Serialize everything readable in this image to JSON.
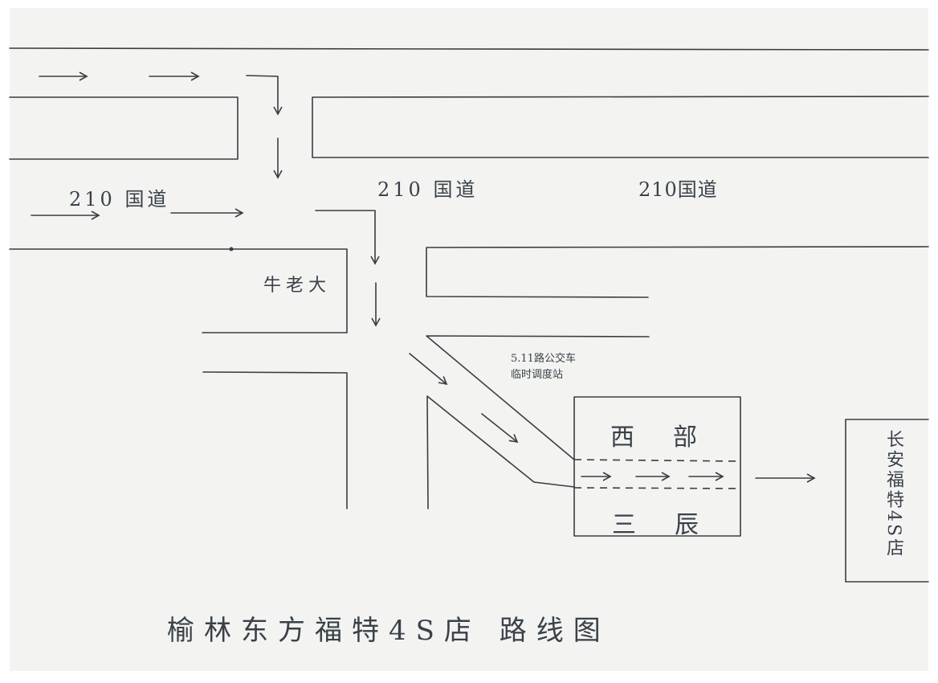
{
  "title": "榆林东方福特4S店 路线图",
  "roads": {
    "main_road_label_left": "210 国道",
    "main_road_label_center": "210 国道",
    "main_road_label_right": "210国道"
  },
  "landmarks": {
    "corner_shop": "牛老大",
    "bus_note_line1": "5.11路公交车",
    "bus_note_line2": "临时调度站",
    "market_top": "西部",
    "market_bottom": "三辰",
    "destination": "长安福特4S店"
  },
  "colors": {
    "ink": "#3a3d3f",
    "paper": "#f3f4f2",
    "background": "#ffffff"
  },
  "route_arrows": [
    {
      "id": "top-1",
      "direction": "right"
    },
    {
      "id": "top-2",
      "direction": "right"
    },
    {
      "id": "turn-down-1",
      "direction": "down"
    },
    {
      "id": "turn-down-2",
      "direction": "down"
    },
    {
      "id": "road-left-1",
      "direction": "right"
    },
    {
      "id": "road-left-2",
      "direction": "right"
    },
    {
      "id": "turn-down-3",
      "direction": "down"
    },
    {
      "id": "turn-down-4",
      "direction": "down"
    },
    {
      "id": "diag-1",
      "direction": "down-right"
    },
    {
      "id": "diag-2",
      "direction": "down-right"
    },
    {
      "id": "through-market-1",
      "direction": "right"
    },
    {
      "id": "through-market-2",
      "direction": "right"
    },
    {
      "id": "through-market-3",
      "direction": "right"
    },
    {
      "id": "to-destination",
      "direction": "right"
    }
  ]
}
